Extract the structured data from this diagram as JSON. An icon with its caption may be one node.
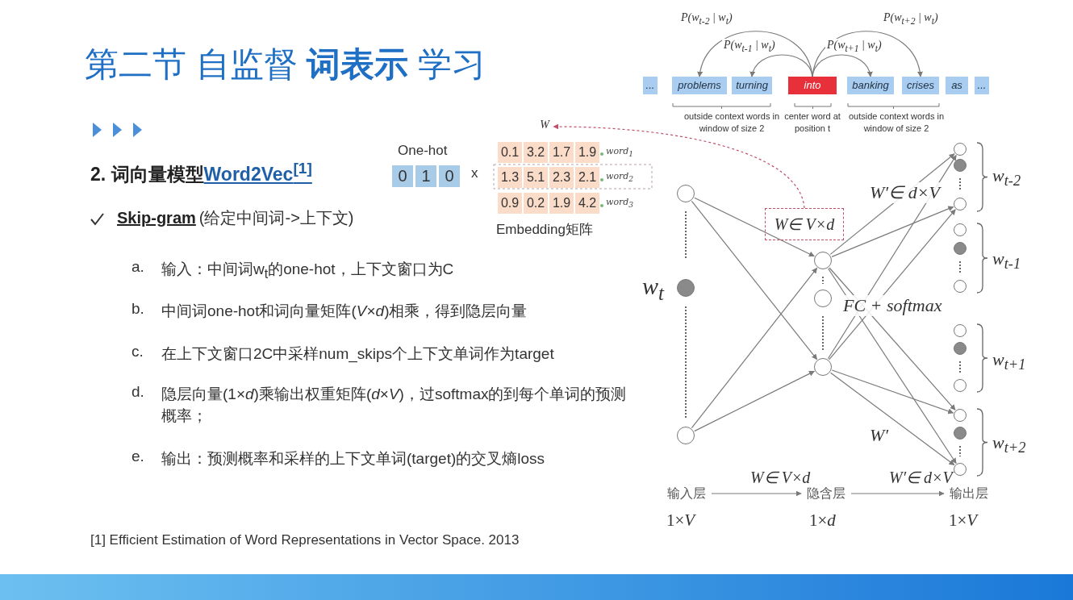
{
  "diagram": {
    "title": "第二节 自监督 **词表示** 学习",
    "nodes": [
      {
        "text": [
          "..."
        ]
      },
      {
        "text": [
          "problems"
        ]
      },
      {
        "text": [
          "turning"
        ]
      },
      {
        "text": [
          "into"
        ]
      },
      {
        "text": [
          "banking"
        ]
      },
      {
        "text": [
          "crises"
        ]
      },
      {
        "text": [
          "as"
        ]
      },
      {
        "text": [
          "..."
        ]
      },
      {
        "text": [
          "W"
        ]
      },
      {
        "text": [],
        "shape": "circle"
      },
      {
        "text": [],
        "shape": "circle",
        "beside": [
          "w$_{t}$"
        ]
      },
      {
        "text": [],
        "shape": "circle"
      },
      {
        "text": [
          "W∈ V×d"
        ]
      },
      {
        "text": [],
        "shape": "circle"
      },
      {
        "text": [],
        "shape": "circle"
      },
      {
        "text": [],
        "shape": "circle"
      },
      {
        "text": [],
        "shape": "circle"
      },
      {
        "text": [],
        "shape": "circle"
      },
      {
        "text": [],
        "shape": "circle"
      },
      {
        "text": [],
        "shape": "circle"
      },
      {
        "text": [],
        "shape": "circle"
      },
      {
        "text": [],
        "shape": "circle"
      },
      {
        "text": [],
        "shape": "circle"
      },
      {
        "text": [],
        "shape": "circle"
      },
      {
        "text": [],
        "shape": "circle"
      },
      {
        "text": [],
        "shape": "circle"
      },
      {
        "text": [],
        "shape": "circle"
      },
      {
        "text": [],
        "shape": "circle"
      },
      {
        "text": [
          "输入层"
        ],
        "beside": [
          "1×*V*"
        ]
      },
      {
        "text": [
          "隐含层"
        ],
        "beside": [
          "1×*d*"
        ]
      },
      {
        "text": [
          "输出层"
        ],
        "beside": [
          "1×*V*"
        ]
      }
    ],
    "edges": [
      {
        "from": 3,
        "to": 1,
        "arrow": "to",
        "label": "P(w$_{t-2}$ | w$_{t}$)"
      },
      {
        "from": 3,
        "to": 2,
        "arrow": "to",
        "label": "P(w$_{t-1}$ | w$_{t}$)"
      },
      {
        "from": 3,
        "to": 4,
        "arrow": "to",
        "label": "P(w$_{t+1}$ | w$_{t}$)"
      },
      {
        "from": 3,
        "to": 5,
        "arrow": "to",
        "label": "P(w$_{t+2}$ | w$_{t}$)"
      },
      {
        "from": 12,
        "to": 8,
        "arrow": "to",
        "style": "dashed",
        "color": "#c0506a"
      },
      {
        "from": 9,
        "to": 13,
        "arrow": "to"
      },
      {
        "from": 9,
        "to": 15,
        "arrow": "to"
      },
      {
        "from": 11,
        "to": 13,
        "arrow": "to"
      },
      {
        "from": 11,
        "to": 15,
        "arrow": "to"
      },
      {
        "from": 13,
        "to": 16,
        "arrow": "to"
      },
      {
        "from": 13,
        "to": 18,
        "arrow": "to"
      },
      {
        "from": 13,
        "to": 25,
        "arrow": "to"
      },
      {
        "from": 13,
        "to": 27,
        "arrow": "to"
      },
      {
        "from": 15,
        "to": 16,
        "arrow": "to"
      },
      {
        "from": 15,
        "to": 18,
        "arrow": "to"
      },
      {
        "from": 15,
        "to": 25,
        "arrow": "to"
      },
      {
        "from": 15,
        "to": 27,
        "arrow": "to"
      },
      {
        "from": 28,
        "to": 29,
        "arrow": "to",
        "label": "W∈ V×d"
      },
      {
        "from": 29,
        "to": 30,
        "arrow": "to",
        "label": "W′∈ d×V"
      }
    ],
    "labels": [
      "outside context words in window of size 2",
      "center word at position t",
      "outside context words in window of size 2",
      "One-hot",
      "0",
      "1",
      "0",
      "x",
      "0.1",
      "3.2",
      "1.7",
      "1.9",
      "word$_{1}$",
      "1.3",
      "5.1",
      "2.3",
      "2.1",
      "word$_{2}$",
      "0.9",
      "0.2",
      "1.9",
      "4.2",
      "word$_{3}$",
      "Embedding矩阵",
      "2. 词向量模型",
      "Word2Vec$^{[1]}$",
      "Skip-gram",
      "(给定中间词->上下文)",
      "a.",
      "输入：中间词w$_{t}$的one-hot，上下文窗口为C",
      "b.",
      "中间词one-hot和词向量矩阵(*V*×*d*)相乘，得到隐层向量",
      "c.",
      "在上下文窗口2C中采样num_skips个上下文单词作为target",
      "d.",
      "隐层向量(1×*d*)乘输出权重矩阵(*d*×*V*)，过softmax的到每个单词的预测概率；",
      "e.",
      "输出：预测概率和采样的上下文单词(target)的交叉熵loss",
      "W′∈ d×V",
      "FC + *softmax*",
      "W′",
      "w$_{t-2}$",
      "w$_{t-1}$",
      "w$_{t+1}$",
      "w$_{t+2}$",
      "[1] Efficient Estimation of Word Representations in Vector Space. 2013"
    ]
  }
}
